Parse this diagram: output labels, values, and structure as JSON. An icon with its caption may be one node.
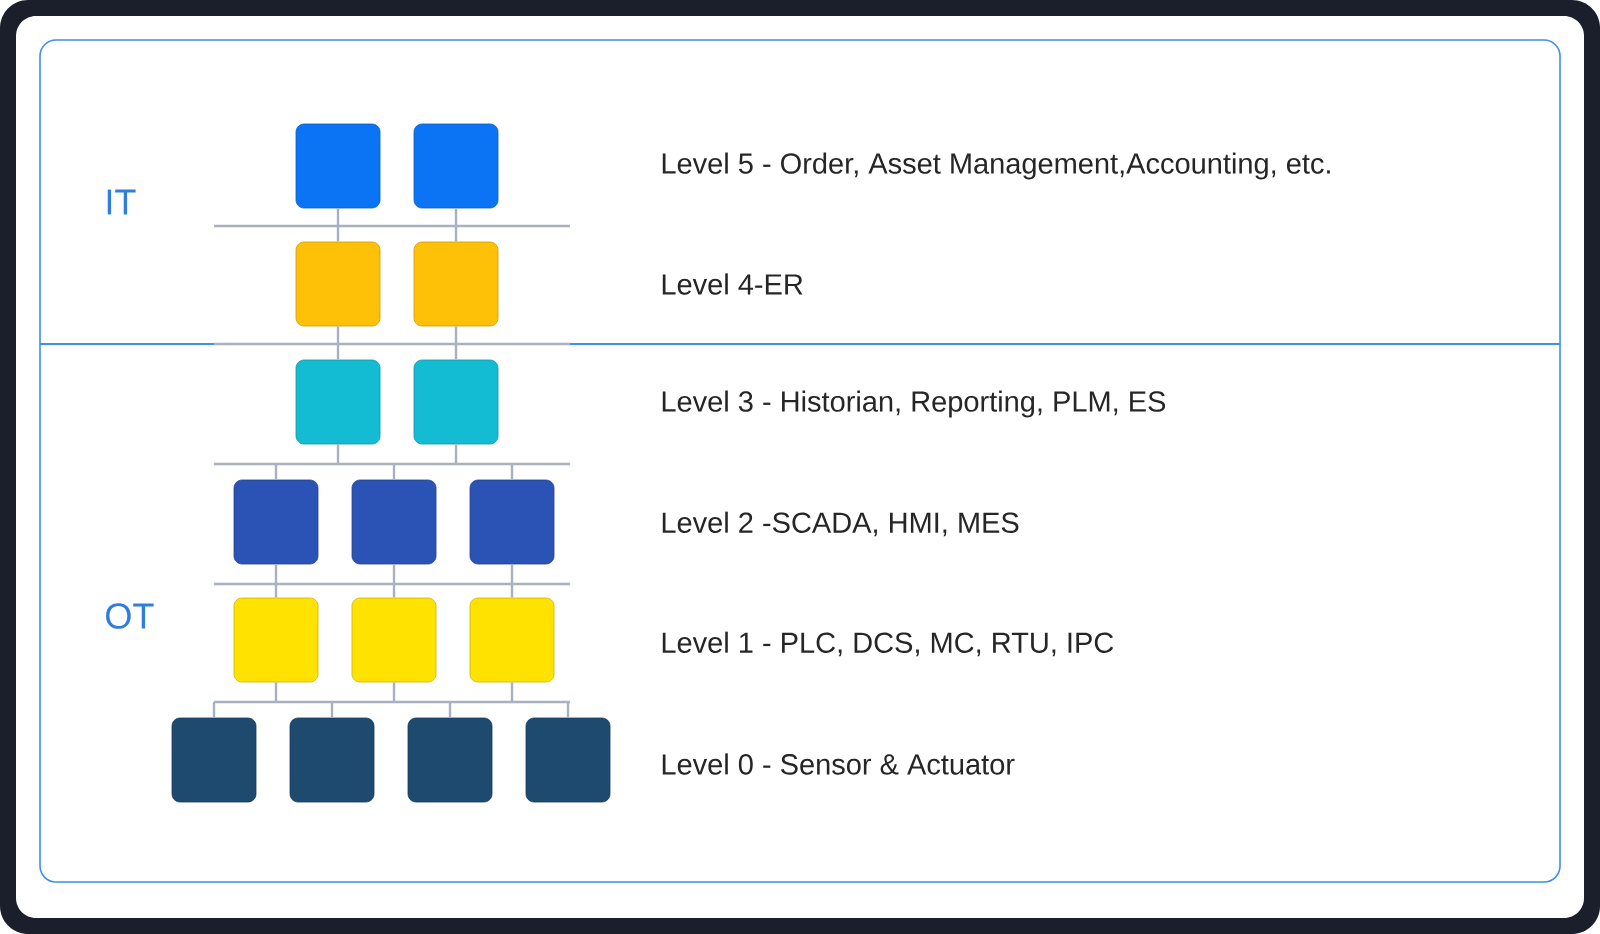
{
  "diagram": {
    "nodes": [
      {
        "text": [],
        "shape": "box"
      },
      {
        "text": [],
        "shape": "box"
      },
      {
        "text": [],
        "shape": "box"
      },
      {
        "text": [],
        "shape": "box"
      },
      {
        "text": [],
        "shape": "box"
      },
      {
        "text": [],
        "shape": "box"
      },
      {
        "text": [],
        "shape": "box"
      },
      {
        "text": [],
        "shape": "box"
      },
      {
        "text": [],
        "shape": "box"
      },
      {
        "text": [],
        "shape": "box"
      },
      {
        "text": [],
        "shape": "box"
      },
      {
        "text": [],
        "shape": "box"
      },
      {
        "text": [],
        "shape": "box"
      },
      {
        "text": [],
        "shape": "box"
      },
      {
        "text": [],
        "shape": "box"
      },
      {
        "text": [],
        "shape": "box"
      }
    ],
    "edges": [
      {
        "from": 0,
        "to": 2,
        "arrow": "none"
      },
      {
        "from": 0,
        "to": 3,
        "arrow": "none"
      },
      {
        "from": 1,
        "to": 2,
        "arrow": "none"
      },
      {
        "from": 1,
        "to": 3,
        "arrow": "none"
      },
      {
        "from": 2,
        "to": 4,
        "arrow": "none"
      },
      {
        "from": 2,
        "to": 5,
        "arrow": "none"
      },
      {
        "from": 3,
        "to": 4,
        "arrow": "none"
      },
      {
        "from": 3,
        "to": 5,
        "arrow": "none"
      },
      {
        "from": 4,
        "to": 6,
        "arrow": "none"
      },
      {
        "from": 4,
        "to": 7,
        "arrow": "none"
      },
      {
        "from": 4,
        "to": 8,
        "arrow": "none"
      },
      {
        "from": 5,
        "to": 6,
        "arrow": "none"
      },
      {
        "from": 5,
        "to": 7,
        "arrow": "none"
      },
      {
        "from": 5,
        "to": 8,
        "arrow": "none"
      },
      {
        "from": 6,
        "to": 9,
        "arrow": "none"
      },
      {
        "from": 6,
        "to": 10,
        "arrow": "none"
      },
      {
        "from": 6,
        "to": 11,
        "arrow": "none"
      },
      {
        "from": 7,
        "to": 9,
        "arrow": "none"
      },
      {
        "from": 7,
        "to": 10,
        "arrow": "none"
      },
      {
        "from": 7,
        "to": 11,
        "arrow": "none"
      },
      {
        "from": 8,
        "to": 9,
        "arrow": "none"
      },
      {
        "from": 8,
        "to": 10,
        "arrow": "none"
      },
      {
        "from": 8,
        "to": 11,
        "arrow": "none"
      },
      {
        "from": 9,
        "to": 12,
        "arrow": "none"
      },
      {
        "from": 9,
        "to": 13,
        "arrow": "none"
      },
      {
        "from": 9,
        "to": 14,
        "arrow": "none"
      },
      {
        "from": 9,
        "to": 15,
        "arrow": "none"
      },
      {
        "from": 10,
        "to": 12,
        "arrow": "none"
      },
      {
        "from": 10,
        "to": 13,
        "arrow": "none"
      },
      {
        "from": 10,
        "to": 14,
        "arrow": "none"
      },
      {
        "from": 10,
        "to": 15,
        "arrow": "none"
      },
      {
        "from": 11,
        "to": 12,
        "arrow": "none"
      },
      {
        "from": 11,
        "to": 13,
        "arrow": "none"
      },
      {
        "from": 11,
        "to": 14,
        "arrow": "none"
      },
      {
        "from": 11,
        "to": 15,
        "arrow": "none"
      }
    ],
    "labels": [
      "IT",
      "Level 5 - Order, Asset Management,Accounting, etc.",
      "Level 4-ER",
      "Level 3 - Historian, Reporting, PLM, ES",
      "Level 2 -SCADA, HMI, MES",
      "OT",
      "Level 1 - PLC, DCS, MC, RTU, IPC",
      "Level 0 - Sensor & Actuator"
    ]
  }
}
